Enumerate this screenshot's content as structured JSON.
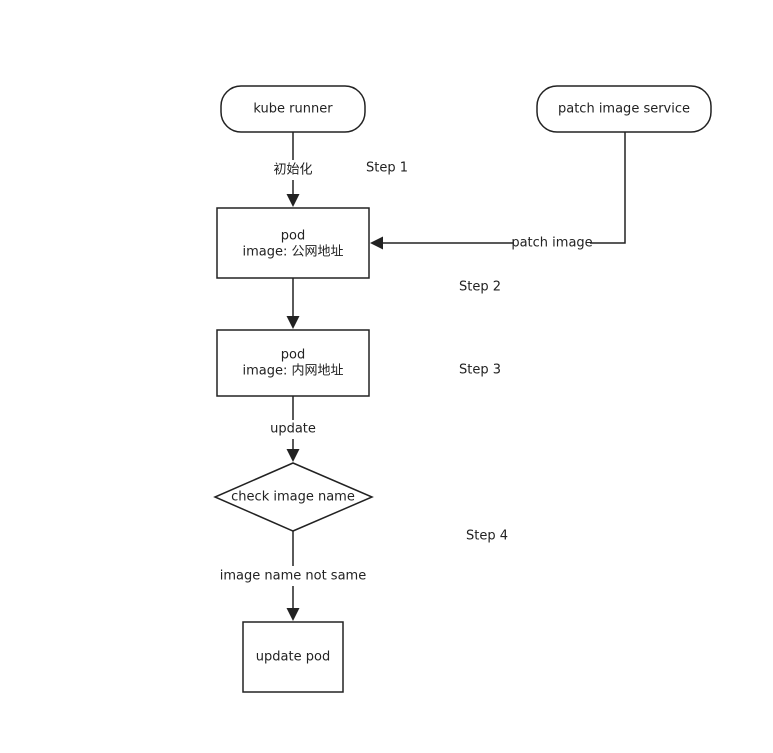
{
  "nodes": {
    "kube_runner": "kube runner",
    "patch_image_service": "patch image service",
    "pod_public": {
      "title": "pod",
      "subtitle": "image: 公网地址"
    },
    "pod_internal": {
      "title": "pod",
      "subtitle": "image: 内网地址"
    },
    "check_image_name": "check image name",
    "update_pod": "update pod"
  },
  "edges": {
    "init": "初始化",
    "patch_image": "patch image",
    "update": "update",
    "image_name_not_same": "image name not same"
  },
  "steps": {
    "step1": "Step 1",
    "step2": "Step 2",
    "step3": "Step 3",
    "step4": "Step 4"
  }
}
